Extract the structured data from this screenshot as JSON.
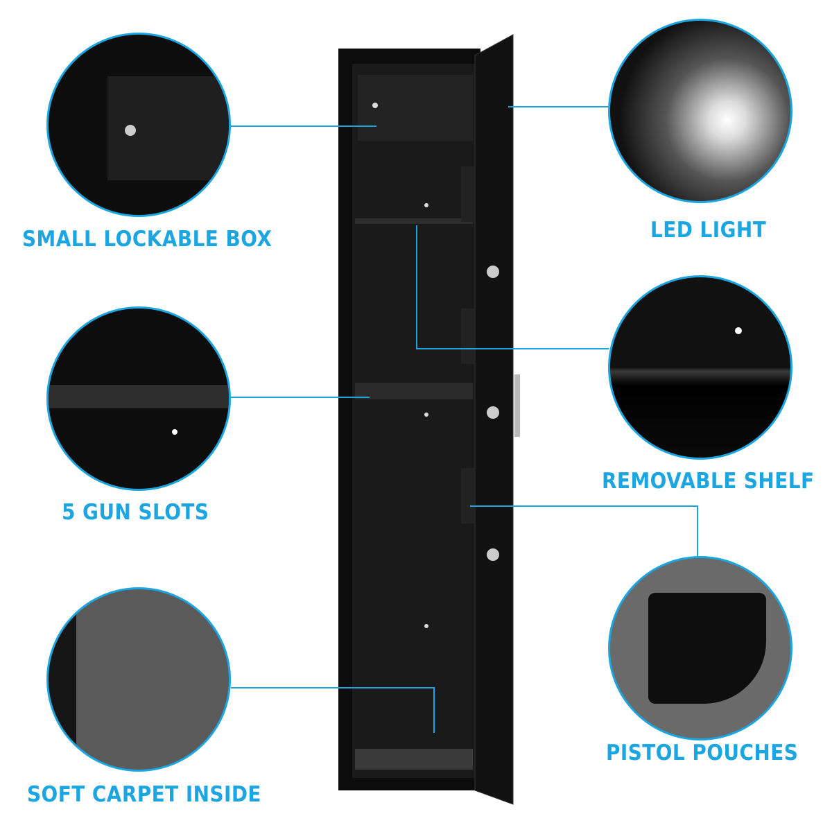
{
  "labels": {
    "lockable_box": "SMALL LOCKABLE BOX",
    "gun_slots": "5 GUN SLOTS",
    "carpet": "SOFT CARPET INSIDE",
    "led": "LED LIGHT",
    "shelf": "REMOVABLE SHELF",
    "pouches": "PISTOL POUCHES"
  },
  "colors": {
    "accent": "#1ba5e1",
    "safe_body": "#111111",
    "carpet": "#5a5a5a"
  }
}
